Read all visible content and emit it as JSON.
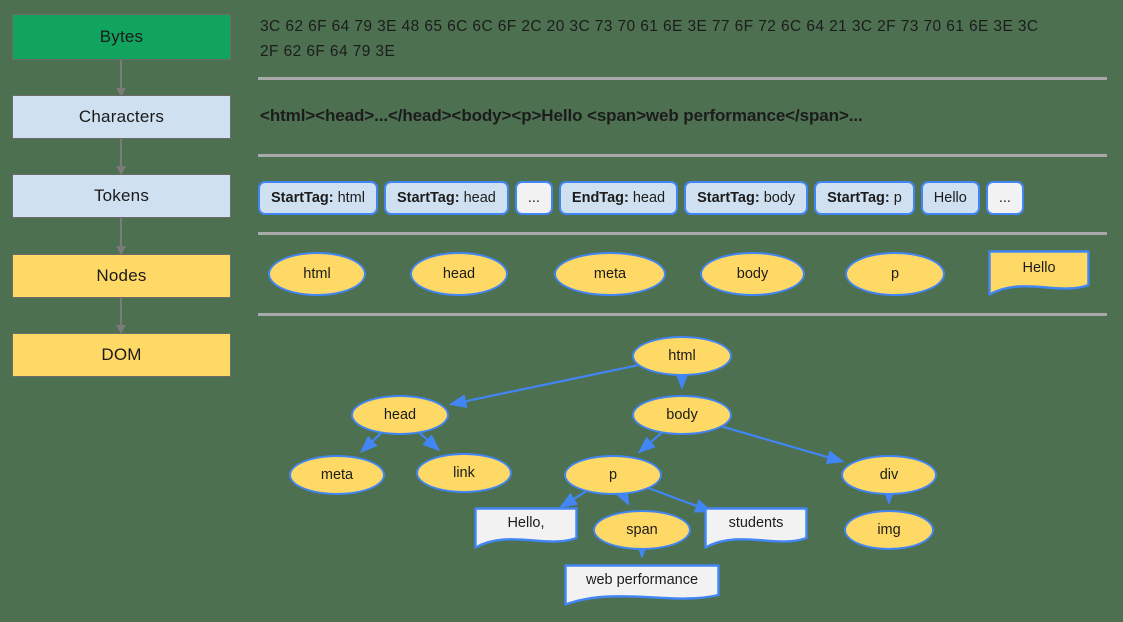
{
  "background_color": "#4c7050",
  "palette": {
    "green": "#10a45e",
    "light_blue": "#cfe0f0",
    "yellow": "#ffd966",
    "node_border_blue": "#4285f4",
    "doc_gray": "#f2f2f2",
    "separator_gray": "#a9a9a9",
    "arrow_gray": "#7b7b7b"
  },
  "pipeline": {
    "steps": [
      {
        "label": "Bytes",
        "fill": "green"
      },
      {
        "label": "Characters",
        "fill": "blue"
      },
      {
        "label": "Tokens",
        "fill": "blue"
      },
      {
        "label": "Nodes",
        "fill": "yellow"
      },
      {
        "label": "DOM",
        "fill": "yellow"
      }
    ]
  },
  "bytes_row": {
    "hex": "3C 62 6F 64 79 3E 48 65 6C 6C 6F 2C 20 3C 73 70 61 6E 3E 77 6F 72 6C 64 21 3C 2F 73 70 61 6E 3E 3C 2F 62 6F 64 79 3E"
  },
  "characters_row": {
    "markup": "<html><head>...</head><body><p>Hello <span>web performance</span>..."
  },
  "tokens_row": {
    "tokens": [
      {
        "prefix": "StartTag:",
        "value": "html",
        "style": "blue"
      },
      {
        "prefix": "StartTag:",
        "value": "head",
        "style": "blue"
      },
      {
        "prefix": "",
        "value": "...",
        "style": "plain"
      },
      {
        "prefix": "EndTag:",
        "value": "head",
        "style": "blue"
      },
      {
        "prefix": "StartTag:",
        "value": "body",
        "style": "blue"
      },
      {
        "prefix": "StartTag:",
        "value": "p",
        "style": "blue"
      },
      {
        "prefix": "",
        "value": "Hello",
        "style": "blue"
      },
      {
        "prefix": "",
        "value": "...",
        "style": "plain"
      }
    ]
  },
  "nodes_row": {
    "nodes": [
      {
        "label": "html",
        "shape": "ellipse",
        "fill": "yellow"
      },
      {
        "label": "head",
        "shape": "ellipse",
        "fill": "yellow"
      },
      {
        "label": "meta",
        "shape": "ellipse",
        "fill": "yellow"
      },
      {
        "label": "body",
        "shape": "ellipse",
        "fill": "yellow"
      },
      {
        "label": "p",
        "shape": "ellipse",
        "fill": "yellow"
      },
      {
        "label": "Hello",
        "shape": "document",
        "fill": "yellow"
      }
    ]
  },
  "dom_tree": {
    "nodes": [
      {
        "id": "html",
        "label": "html",
        "shape": "ellipse",
        "fill": "yellow"
      },
      {
        "id": "head",
        "label": "head",
        "shape": "ellipse",
        "fill": "yellow"
      },
      {
        "id": "body",
        "label": "body",
        "shape": "ellipse",
        "fill": "yellow"
      },
      {
        "id": "meta",
        "label": "meta",
        "shape": "ellipse",
        "fill": "yellow"
      },
      {
        "id": "link",
        "label": "link",
        "shape": "ellipse",
        "fill": "yellow"
      },
      {
        "id": "p",
        "label": "p",
        "shape": "ellipse",
        "fill": "yellow"
      },
      {
        "id": "div",
        "label": "div",
        "shape": "ellipse",
        "fill": "yellow"
      },
      {
        "id": "hello",
        "label": "Hello,",
        "shape": "document",
        "fill": "gray"
      },
      {
        "id": "span",
        "label": "span",
        "shape": "ellipse",
        "fill": "yellow"
      },
      {
        "id": "stud",
        "label": "students",
        "shape": "document",
        "fill": "gray"
      },
      {
        "id": "img",
        "label": "img",
        "shape": "ellipse",
        "fill": "yellow"
      },
      {
        "id": "perf",
        "label": "web performance",
        "shape": "document",
        "fill": "gray"
      }
    ],
    "edges": [
      {
        "from": "html",
        "to": "head"
      },
      {
        "from": "html",
        "to": "body"
      },
      {
        "from": "head",
        "to": "meta"
      },
      {
        "from": "head",
        "to": "link"
      },
      {
        "from": "body",
        "to": "p"
      },
      {
        "from": "body",
        "to": "div"
      },
      {
        "from": "p",
        "to": "hello"
      },
      {
        "from": "p",
        "to": "span"
      },
      {
        "from": "p",
        "to": "stud"
      },
      {
        "from": "div",
        "to": "img"
      },
      {
        "from": "span",
        "to": "perf"
      }
    ]
  }
}
